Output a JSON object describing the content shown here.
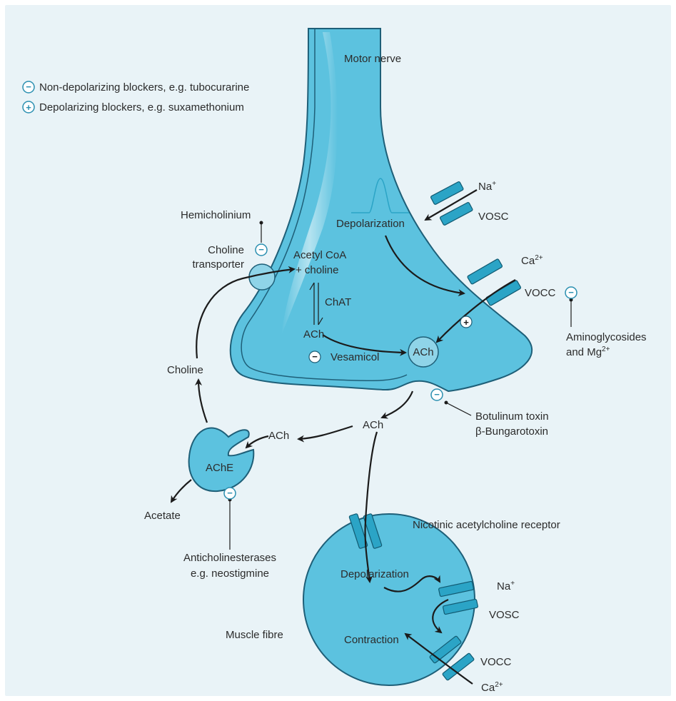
{
  "colors": {
    "panel_bg": "#e9f3f7",
    "cell_fill": "#5cc2df",
    "cell_stroke": "#1e5f78",
    "channel": "#2ba4c6",
    "channel_stroke": "#115a72",
    "arrow": "#1b1b1b",
    "symbol_ring": "#2a8fb0"
  },
  "legend": {
    "minus_symbol": "−",
    "minus_text": "Non-depolarizing blockers, e.g. tubocurarine",
    "plus_symbol": "+",
    "plus_text": "Depolarizing blockers, e.g. suxamethonium"
  },
  "nerve": {
    "title": "Motor nerve",
    "depolarization": "Depolarization",
    "na": "Na",
    "na_sup": "+",
    "vosc": "VOSC",
    "ca": "Ca",
    "ca_sup": "2+",
    "vocc": "VOCC",
    "aminoglycosides_line1": "Aminoglycosides",
    "aminoglycosides_line2": "and Mg",
    "mg_sup": "2+",
    "acetyl_coa": "Acetyl CoA",
    "plus_choline": "+ choline",
    "chat": "ChAT",
    "ach_inside": "ACh",
    "vesamicol": "Vesamicol",
    "vesicle_ach": "ACh",
    "hemicholinium": "Hemicholinium",
    "choline_transporter_line1": "Choline",
    "choline_transporter_line2": "transporter"
  },
  "cleft": {
    "ach_released": "ACh",
    "botulinum": "Botulinum toxin",
    "bungarotoxin": "β-Bungarotoxin",
    "choline": "Choline",
    "ache_ach": "ACh",
    "ache": "AChE",
    "acetate": "Acetate",
    "anticholinesterases_line1": "Anticholinesterases",
    "anticholinesterases_line2": "e.g. neostigmine"
  },
  "muscle": {
    "receptor": "Nicotinic acetylcholine receptor",
    "depolarization": "Depolarization",
    "contraction": "Contraction",
    "muscle_fibre": "Muscle fibre",
    "na": "Na",
    "na_sup": "+",
    "vosc": "VOSC",
    "vocc": "VOCC",
    "ca": "Ca",
    "ca_sup": "2+"
  },
  "symbols": {
    "minus": "−",
    "plus": "+"
  }
}
